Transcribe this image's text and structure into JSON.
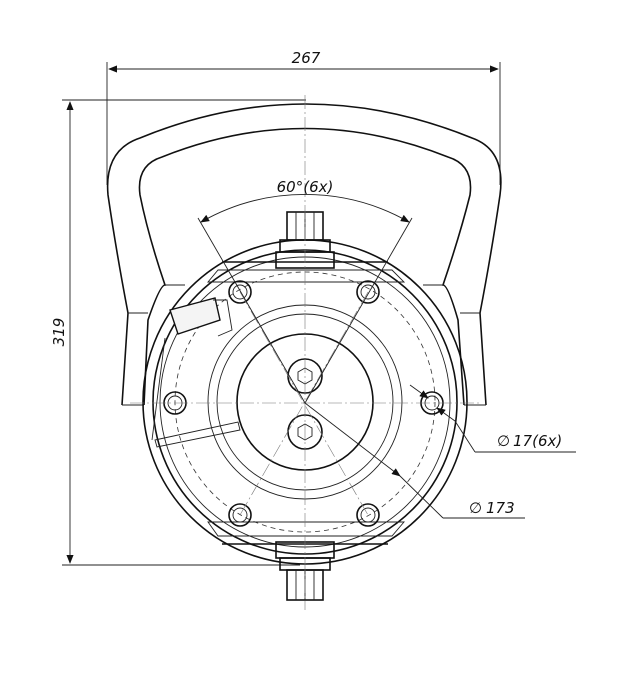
{
  "dimensions": {
    "overall_width": "267",
    "overall_height": "319",
    "bolt_angle": "60°(6x)",
    "hole_diameter": "17(6x)",
    "pitch_diameter": "173",
    "diameter_symbol": "∅"
  }
}
